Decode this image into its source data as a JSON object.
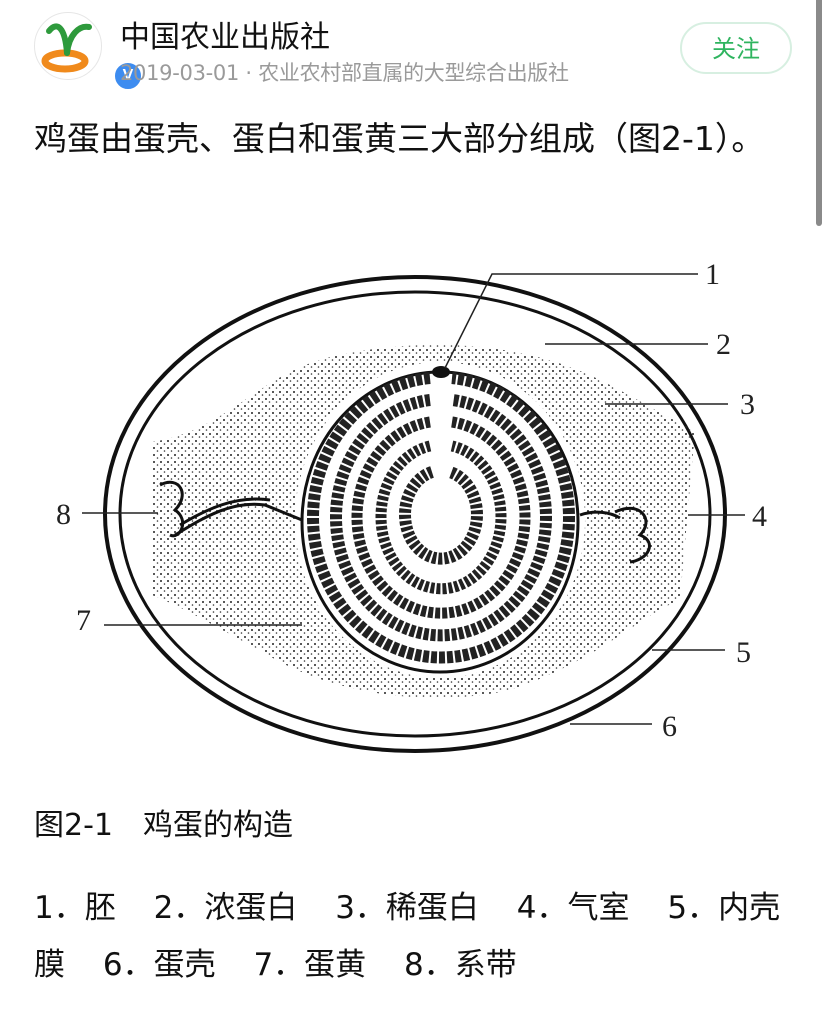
{
  "header": {
    "publisher_name": "中国农业出版社",
    "publish_date": "2019-03-01",
    "meta_separator": " · ",
    "publisher_description": "农业农村部直属的大型综合出版社",
    "verified_badge": "V",
    "follow_label": "关注",
    "icons": {
      "avatar": "publisher-logo",
      "verified": "verified-badge-icon"
    }
  },
  "article": {
    "lead_text": "鸡蛋由蛋壳、蛋白和蛋黄三大部分组成（图2-1）。",
    "figure": {
      "labels": [
        "1",
        "2",
        "3",
        "4",
        "5",
        "6",
        "7",
        "8"
      ],
      "caption": "图2-1　鸡蛋的构造"
    },
    "legend": [
      "1．胚",
      "2．浓蛋白",
      "3．稀蛋白",
      "4．气室",
      "5．内壳膜",
      "6．蛋壳",
      "7．蛋黄",
      "8．系带"
    ]
  },
  "colors": {
    "follow_green": "#2fb45f",
    "follow_border": "#d7efe1",
    "meta_gray": "#9a9a9a",
    "verified_blue": "#3d8cf0",
    "logo_green": "#2e9a3c",
    "logo_orange": "#f08a1c"
  }
}
